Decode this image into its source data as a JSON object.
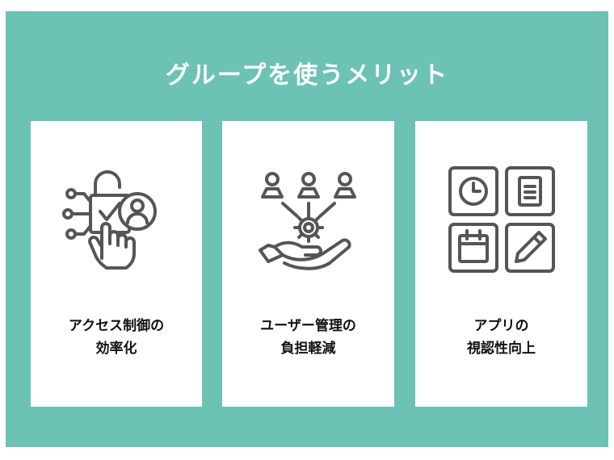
{
  "title": "グループを使うメリット",
  "colors": {
    "panel": "#6cc2b5",
    "card": "#ffffff",
    "icon_stroke": "#555555",
    "title_text": "#ffffff",
    "label_text": "#111111"
  },
  "cards": [
    {
      "icon": "access-control-icon",
      "label_line1": "アクセス制御の",
      "label_line2": "効率化"
    },
    {
      "icon": "user-management-icon",
      "label_line1": "ユーザー管理の",
      "label_line2": "負担軽減"
    },
    {
      "icon": "apps-grid-icon",
      "label_line1": "アプリの",
      "label_line2": "視認性向上"
    }
  ]
}
